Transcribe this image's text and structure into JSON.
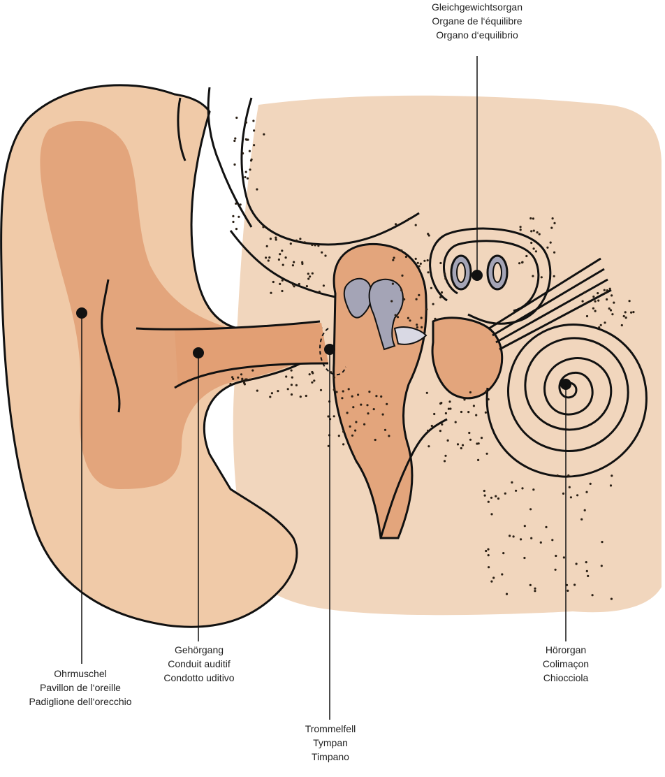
{
  "labels": {
    "balance": {
      "de": "Gleichgewichtsorgan",
      "fr": "Organe de l‘équilibre",
      "it": "Organo d‘equilibrio"
    },
    "auricle": {
      "de": "Ohrmuschel",
      "fr": "Pavillon de l‘oreille",
      "it": "Padiglione dell‘orecchio"
    },
    "canal": {
      "de": "Gehörgang",
      "fr": "Conduit auditif",
      "it": "Condotto uditivo"
    },
    "eardrum": {
      "de": "Trommelfell",
      "fr": "Tympan",
      "it": "Timpano"
    },
    "cochlea": {
      "de": "Hörorgan",
      "fr": "Colimaçon",
      "it": "Chiocciola"
    }
  },
  "colors": {
    "skin": "#e3a57c",
    "skin_light": "#f1cfb2",
    "bone": "#eed9c6",
    "ossicle": "#a4a4b6",
    "line": "#111111",
    "dots": "#2b2015"
  }
}
